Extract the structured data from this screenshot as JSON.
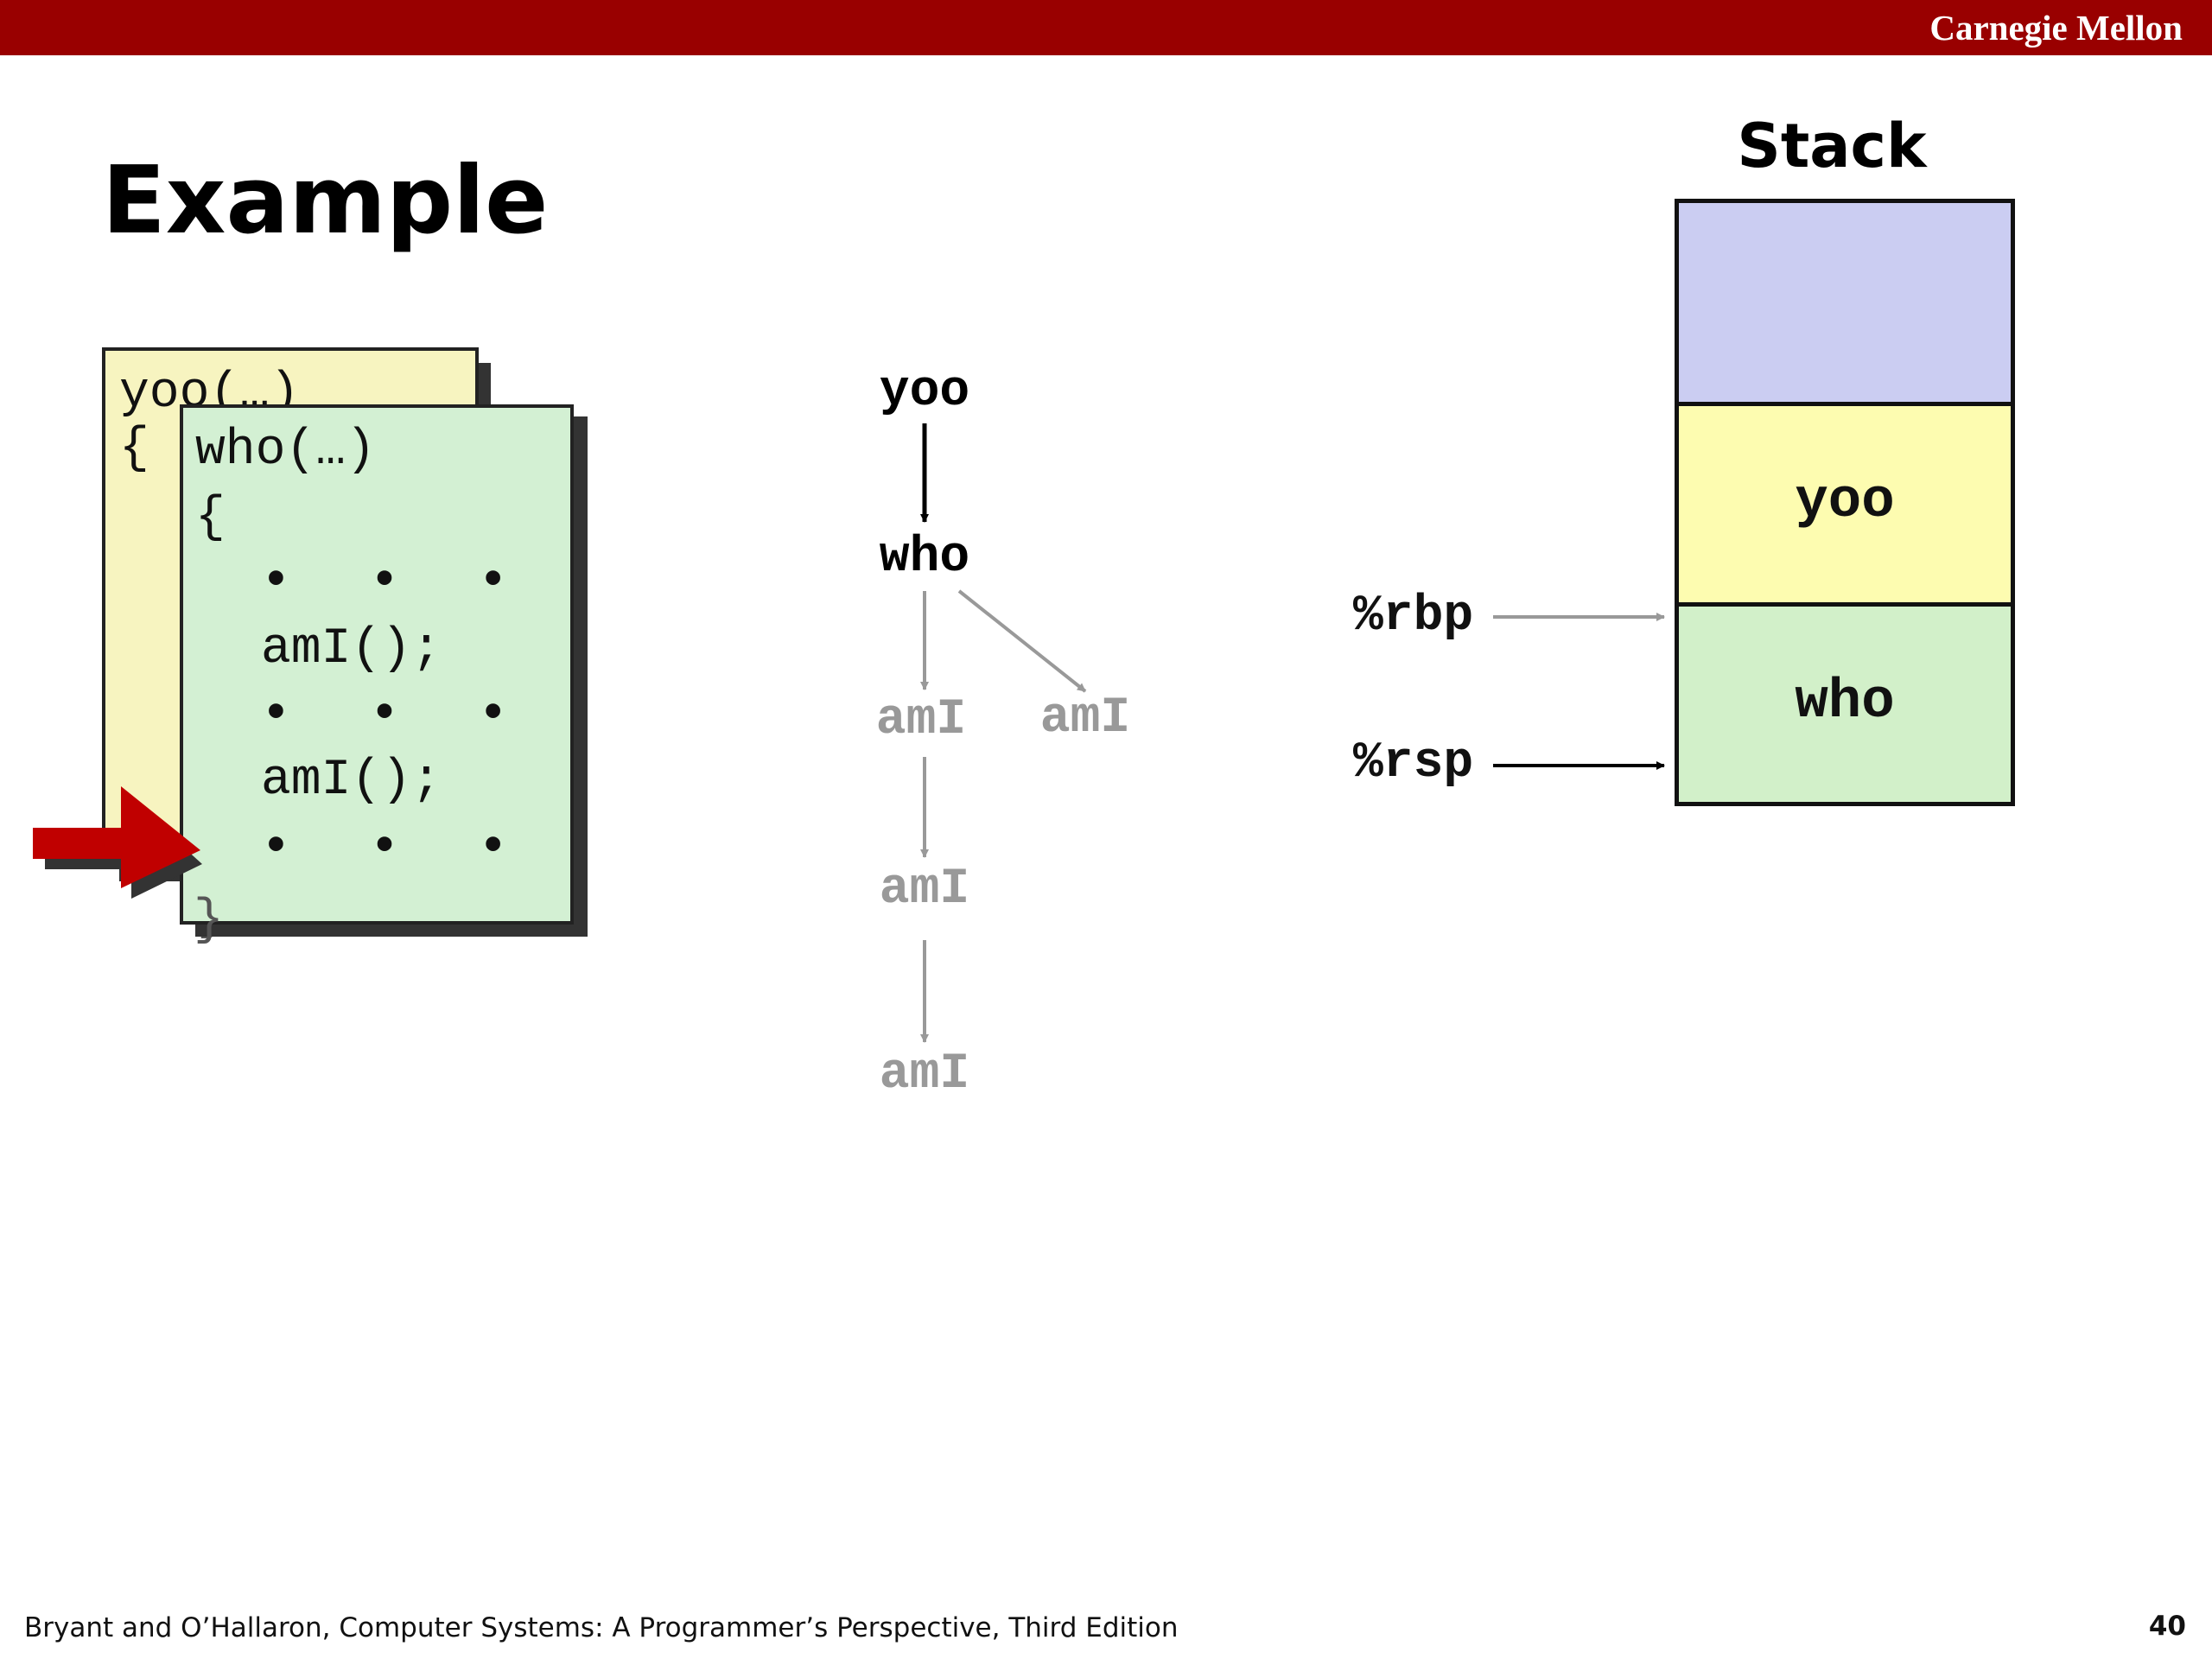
{
  "header": {
    "brand": "Carnegie Mellon",
    "bar_color": "#990000"
  },
  "slide": {
    "title": "Example"
  },
  "code": {
    "back_card": {
      "line1": "yoo(…)",
      "line2": "{",
      "line3": "}",
      "color": "#f7f4c0"
    },
    "front_card": {
      "line1": "who(…)",
      "line2": "{",
      "line3": "• • •",
      "line4": "amI();",
      "line5": "• • •",
      "line6": "amI();",
      "line7": "• • •",
      "line8": "}",
      "color": "#d3f0d3"
    },
    "pointer_color": "#c00000"
  },
  "call_tree": {
    "root": "yoo",
    "child": "who",
    "left_grandchild": "amI",
    "right_grandchild": "amI",
    "level3": "amI",
    "level4": "amI",
    "active_color": "#000000",
    "inactive_color": "#999999"
  },
  "stack": {
    "title": "Stack",
    "frames": [
      {
        "label": "",
        "color": "#cbcdf2"
      },
      {
        "label": "yoo",
        "color": "#fdfcb0"
      },
      {
        "label": "who",
        "color": "#d2f0c9"
      }
    ],
    "registers": {
      "rbp": "%rbp",
      "rsp": "%rsp"
    }
  },
  "footer": {
    "citation": "Bryant and O’Hallaron, Computer Systems: A Programmer’s Perspective, Third Edition",
    "page": "40"
  }
}
